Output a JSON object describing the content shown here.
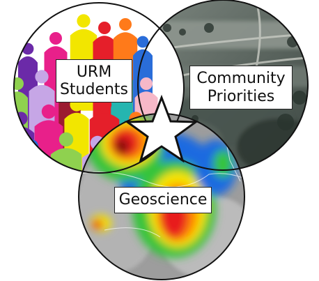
{
  "circles": [
    {
      "id": "urm-students",
      "label_lines": [
        "URM",
        "Students"
      ],
      "image_subject": "crowd of multicolored people silhouettes",
      "colors": [
        "#6b2aa8",
        "#e8208a",
        "#f2e600",
        "#e51f2a",
        "#ff7a1a",
        "#2a6dd9",
        "#8fd14f",
        "#c6a6e6",
        "#9b1b30",
        "#25b5b0",
        "#f6b8c8"
      ]
    },
    {
      "id": "community-priorities",
      "label_lines": [
        "Community",
        "Priorities"
      ],
      "image_subject": "aerial photo of flooded city and highways",
      "colors": [
        "#5f6a63",
        "#3e4a45",
        "#8a9088",
        "#2f3a36"
      ]
    },
    {
      "id": "geoscience",
      "label_lines": [
        "Geoscience"
      ],
      "image_subject": "weather radar precipitation map",
      "colors": [
        "#e81c1c",
        "#ff8a00",
        "#f5e400",
        "#35c43a",
        "#1f6ae0",
        "#9a9a9a"
      ]
    }
  ],
  "center_symbol": "star-icon",
  "outline_color": "#111111"
}
